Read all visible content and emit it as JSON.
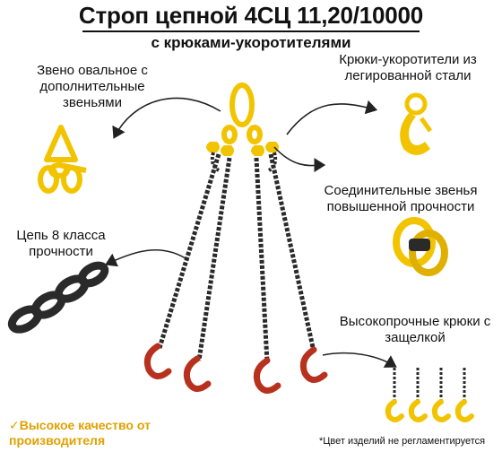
{
  "header": {
    "title": "Строп цепной 4СЦ 11,20/10000",
    "subtitle": "с крюками-укоротителями"
  },
  "callouts": {
    "oval_link": "Звено овальное с дополнительные звеньями",
    "shortening_hooks": "Крюки-укоротители из легированной стали",
    "connecting_links": "Соединительные звенья повышенной прочности",
    "chain_grade": "Цепь 8 класса прочности",
    "safety_hooks": "Высокопрочные крюки с защелкой"
  },
  "footer": {
    "quality": "✓Высокое качество от производителя",
    "note": "*Цвет изделий не регламентируется"
  },
  "colors": {
    "yellow": "#f2c400",
    "chain": "#2a2a2a",
    "hook_red": "#b8311f"
  }
}
